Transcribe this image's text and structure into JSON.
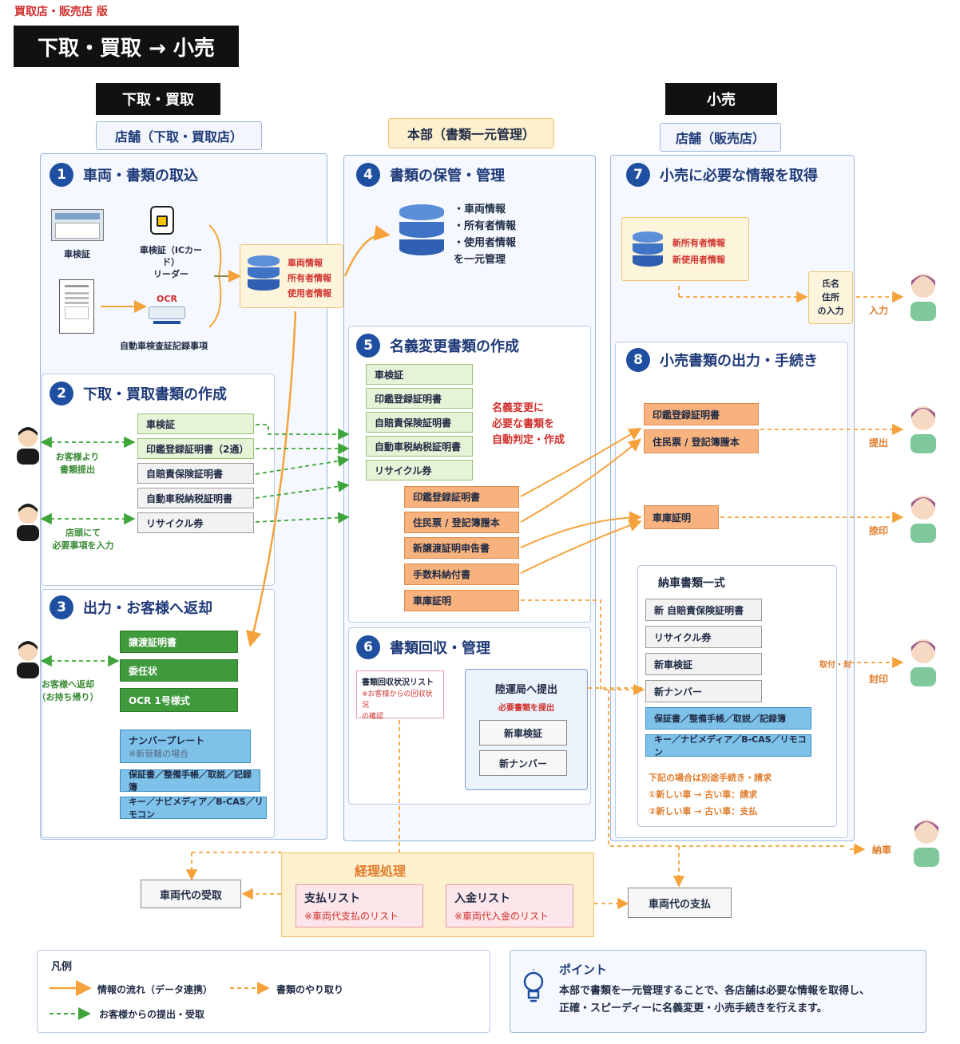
{
  "header": {
    "edition_tag": "買取店・販売店 版",
    "main_title": "下取・買取 → 小売"
  },
  "columns": {
    "left": {
      "banner": "下取・買取",
      "sub": "店舗（下取・買取店）"
    },
    "middle": {
      "sub": "本部（書類一元管理）"
    },
    "right": {
      "banner": "小売",
      "sub": "店舗（販売店）"
    }
  },
  "s1": {
    "num": "1",
    "title": "車両・書類の取込",
    "shaken_label": "車検証",
    "reader_label": "車検証（ICカード）\nリーダー",
    "ocr_label": "OCR",
    "auto_label": "自動車検査証記録事項",
    "info": [
      "車両情報",
      "所有者情報",
      "使用者情報"
    ]
  },
  "s2": {
    "num": "2",
    "title": "下取・買取書類の作成",
    "docs": [
      "車検証",
      "印鑑登録証明書（2通）",
      "自賠責保険証明書",
      "自動車税納税証明書",
      "リサイクル券"
    ],
    "cust1": "お客様より\n書類提出",
    "cust2": "店頭にて\n必要事項を入力"
  },
  "s3": {
    "num": "3",
    "title": "出力・お客様へ返却",
    "green_docs": [
      "譲渡証明書",
      "委任状",
      "OCR 1号様式"
    ],
    "plate": "ナンバープレート",
    "plate_note": "※新管轄の場合",
    "blue_docs": [
      "保証書／整備手帳／取説／記録簿",
      "キー／ナビメディア／B-CAS／リモコン"
    ],
    "cust": "お客様へ返却\n（お持ち帰り）"
  },
  "s4": {
    "num": "4",
    "title": "書類の保管・管理",
    "list": [
      "・車両情報",
      "・所有者情報",
      "・使用者情報",
      "を一元管理"
    ]
  },
  "s5": {
    "num": "5",
    "title": "名義変更書類の作成",
    "green_docs": [
      "車検証",
      "印鑑登録証明書",
      "自賠責保険証明書",
      "自動車税納税証明書",
      "リサイクル券"
    ],
    "orange_docs": [
      "印鑑登録証明書",
      "住民票 / 登記簿謄本",
      "新譲渡証明申告書",
      "手数料納付書",
      "車庫証明"
    ],
    "note": "名義変更に\n必要な書類を\n自動判定・作成"
  },
  "s6": {
    "num": "6",
    "title": "書類回収・管理",
    "list_title": "書類回収状況リスト",
    "list_note": "※お客様からの回収状況\nの確認",
    "submit_title": "陸運局へ提出",
    "submit_note": "必要書類を提出",
    "submit_docs": [
      "新車検証",
      "新ナンバー"
    ]
  },
  "s7": {
    "num": "7",
    "title": "小売に必要な情報を取得",
    "info": [
      "新所有者情報",
      "新使用者情報"
    ],
    "input_box": "氏名\n住所\nの入力",
    "input_label": "入力"
  },
  "s8": {
    "num": "8",
    "title": "小売書類の出力・手続き",
    "orange_docs": [
      "印鑑登録証明書",
      "住民票 / 登記簿謄本"
    ],
    "garage": "車庫証明",
    "submit": "提出",
    "seal": "捺印",
    "set_title": "納車書類一式",
    "set_docs": [
      "新 自賠責保険証明書",
      "リサイクル券",
      "新車検証",
      "新ナンバー"
    ],
    "set_blue": [
      "保証書／整備手帳／取説／記録簿",
      "キー／ナビメディア／B-CAS／リモコン"
    ],
    "notes": [
      "下記の場合は別途手続き・請求",
      "①新しい車 → 古い車：請求",
      "②新しい車 → 古い車：支払"
    ],
    "attach": "取付・封",
    "fuin": "封印",
    "delivery": "納車"
  },
  "accounting": {
    "title": "経理処理",
    "pay_title": "支払リスト",
    "pay_note": "※車両代支払のリスト",
    "in_title": "入金リスト",
    "in_note": "※車両代入金のリスト",
    "receive": "車両代の受取",
    "payout": "車両代の支払"
  },
  "legend": {
    "title": "凡例",
    "orange_solid": "情報の流れ（データ連携）",
    "orange_dash": "書類のやり取り",
    "green_dash": "お客様からの提出・受取"
  },
  "point": {
    "title": "ポイント",
    "text1": "本部で書類を一元管理することで、各店舗は必要な情報を取得し、",
    "text2": "正確・スピーディーに名義変更・小売手続きを行えます。"
  },
  "colors": {
    "navy": "#1f3a78",
    "orange": "#f5a23c",
    "green": "#3fa53a",
    "red": "#d0312d"
  }
}
